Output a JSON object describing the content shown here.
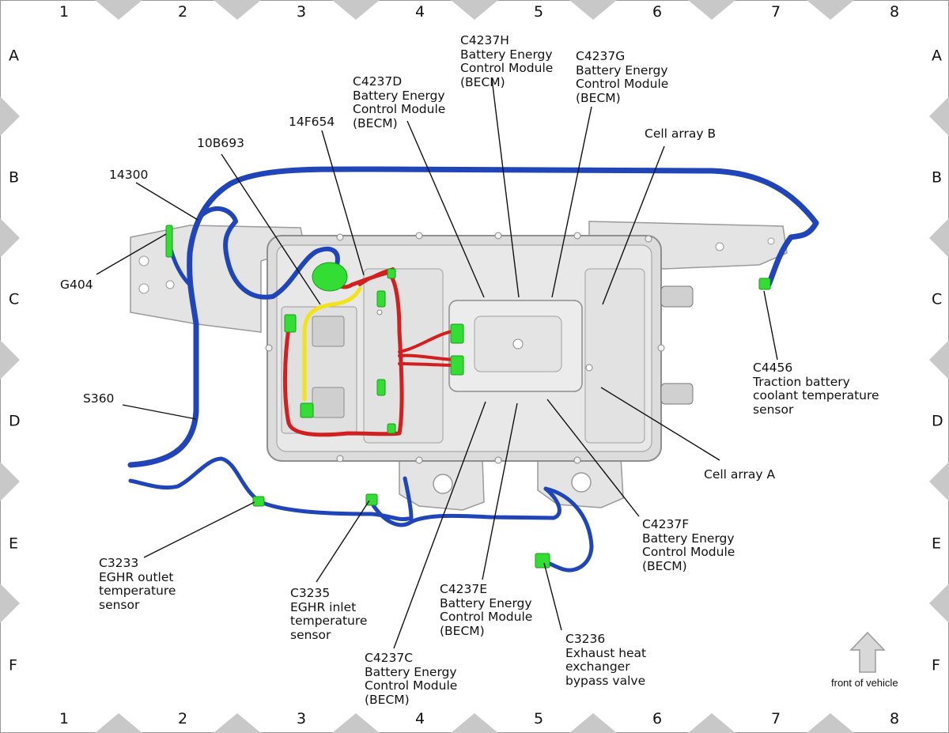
{
  "grid": {
    "columns": [
      "1",
      "2",
      "3",
      "4",
      "5",
      "6",
      "7",
      "8"
    ],
    "rows": [
      "A",
      "B",
      "C",
      "D",
      "E",
      "F"
    ]
  },
  "callouts": [
    {
      "id": "c4237h",
      "lines": [
        "C4237H",
        "Battery Energy",
        "Control Module",
        "(BECM)"
      ]
    },
    {
      "id": "c4237g",
      "lines": [
        "C4237G",
        "Battery Energy",
        "Control Module",
        "(BECM)"
      ]
    },
    {
      "id": "c4237d",
      "lines": [
        "C4237D",
        "Battery Energy",
        "Control Module",
        "(BECM)"
      ]
    },
    {
      "id": "14f654",
      "lines": [
        "14F654"
      ]
    },
    {
      "id": "10b693",
      "lines": [
        "10B693"
      ]
    },
    {
      "id": "14300",
      "lines": [
        "14300"
      ]
    },
    {
      "id": "cell-array-b",
      "lines": [
        "Cell array B"
      ]
    },
    {
      "id": "g404",
      "lines": [
        "G404"
      ]
    },
    {
      "id": "c4456",
      "lines": [
        "C4456",
        "Traction battery",
        "coolant temperature",
        "sensor"
      ]
    },
    {
      "id": "s360",
      "lines": [
        "S360"
      ]
    },
    {
      "id": "cell-array-a",
      "lines": [
        "Cell array A"
      ]
    },
    {
      "id": "c4237f",
      "lines": [
        "C4237F",
        "Battery Energy",
        "Control Module",
        "(BECM)"
      ]
    },
    {
      "id": "c3233",
      "lines": [
        "C3233",
        "EGHR outlet",
        "temperature",
        "sensor"
      ]
    },
    {
      "id": "c3235",
      "lines": [
        "C3235",
        "EGHR inlet",
        "temperature",
        "sensor"
      ]
    },
    {
      "id": "c4237e",
      "lines": [
        "C4237E",
        "Battery Energy",
        "Control Module",
        "(BECM)"
      ]
    },
    {
      "id": "c3236",
      "lines": [
        "C3236",
        "Exhaust heat",
        "exchanger",
        "bypass valve"
      ]
    },
    {
      "id": "c4237c",
      "lines": [
        "C4237C",
        "Battery Energy",
        "Control Module",
        "(BECM)"
      ]
    }
  ],
  "front_of_vehicle": "front of vehicle",
  "colors": {
    "harness_blue": "#1f45b8",
    "harness_red": "#d21f1f",
    "harness_yellow": "#f2e21a",
    "connector_green": "#33dd33",
    "housing_gray": "#dcdcdc",
    "frame_marker": "#c8c8c8"
  }
}
